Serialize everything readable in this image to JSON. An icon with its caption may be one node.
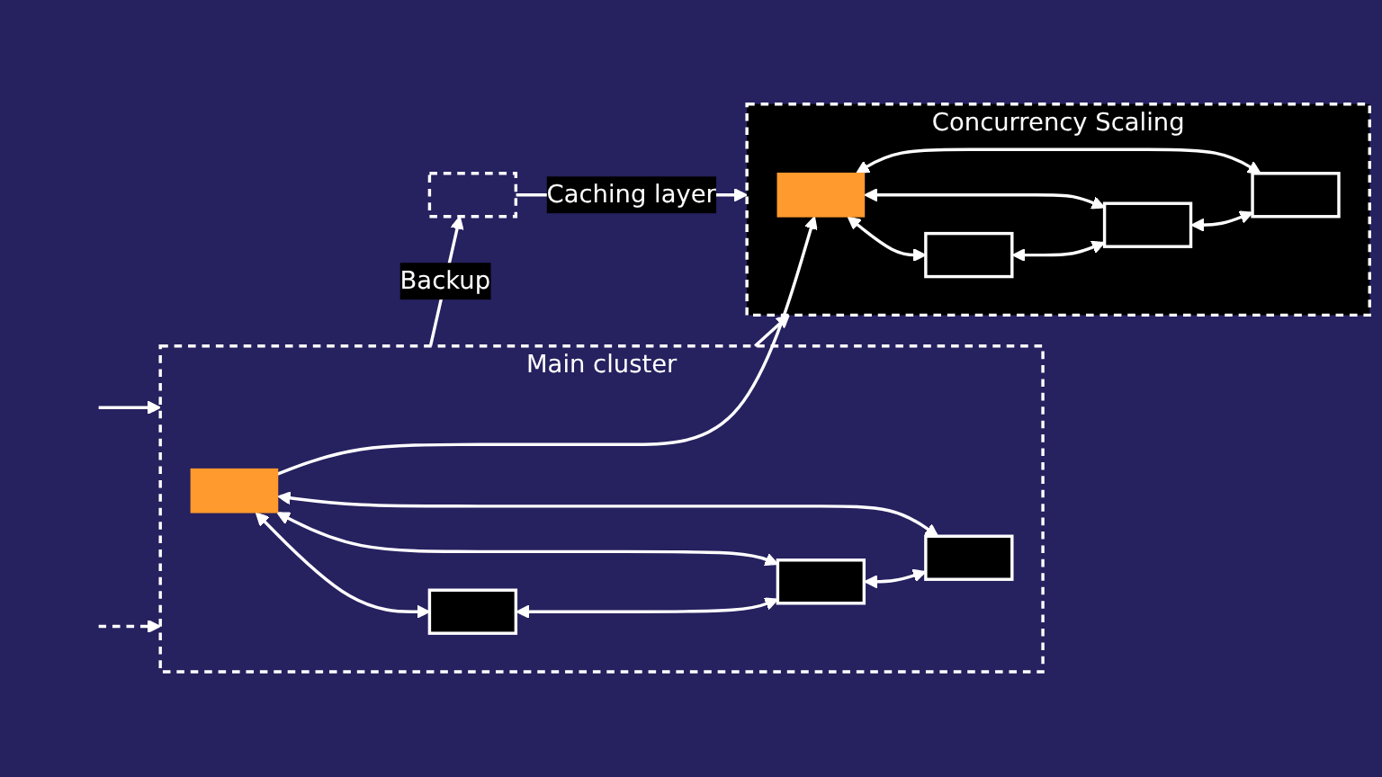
{
  "diagram": {
    "nodes": [
      {
        "text": [
          "Main cluster"
        ]
      },
      {
        "text": [],
        "shape": "box",
        "in": 0
      },
      {
        "text": [],
        "shape": "box",
        "in": 0
      },
      {
        "text": [],
        "shape": "box",
        "in": 0
      },
      {
        "text": [],
        "shape": "box",
        "in": 0
      },
      {
        "text": [
          "Concurrency Scaling"
        ]
      },
      {
        "text": [],
        "shape": "box",
        "in": 5
      },
      {
        "text": [],
        "shape": "box",
        "in": 5
      },
      {
        "text": [],
        "shape": "box",
        "in": 5
      },
      {
        "text": [],
        "shape": "box",
        "in": 5
      },
      {
        "text": [],
        "shape": "box"
      }
    ],
    "edges": [
      {
        "from": null,
        "to": 0,
        "arrow": "to"
      },
      {
        "from": null,
        "to": 0,
        "arrow": "to",
        "style": "dashed"
      },
      {
        "from": 1,
        "to": 2,
        "arrow": "both"
      },
      {
        "from": 1,
        "to": 3,
        "arrow": "both"
      },
      {
        "from": 1,
        "to": 4,
        "arrow": "both"
      },
      {
        "from": 2,
        "to": 3,
        "arrow": "both"
      },
      {
        "from": 3,
        "to": 4,
        "arrow": "both"
      },
      {
        "from": 1,
        "to": 6,
        "arrow": "to"
      },
      {
        "from": 6,
        "to": 7,
        "arrow": "both"
      },
      {
        "from": 6,
        "to": 8,
        "arrow": "both"
      },
      {
        "from": 6,
        "to": 9,
        "arrow": "both"
      },
      {
        "from": 7,
        "to": 8,
        "arrow": "both"
      },
      {
        "from": 8,
        "to": 9,
        "arrow": "both"
      },
      {
        "from": 0,
        "to": 5,
        "arrow": "to"
      },
      {
        "from": 0,
        "to": 10,
        "arrow": "to",
        "label": "Backup"
      },
      {
        "from": 10,
        "to": 5,
        "arrow": "to",
        "label": "Caching layer"
      }
    ]
  }
}
